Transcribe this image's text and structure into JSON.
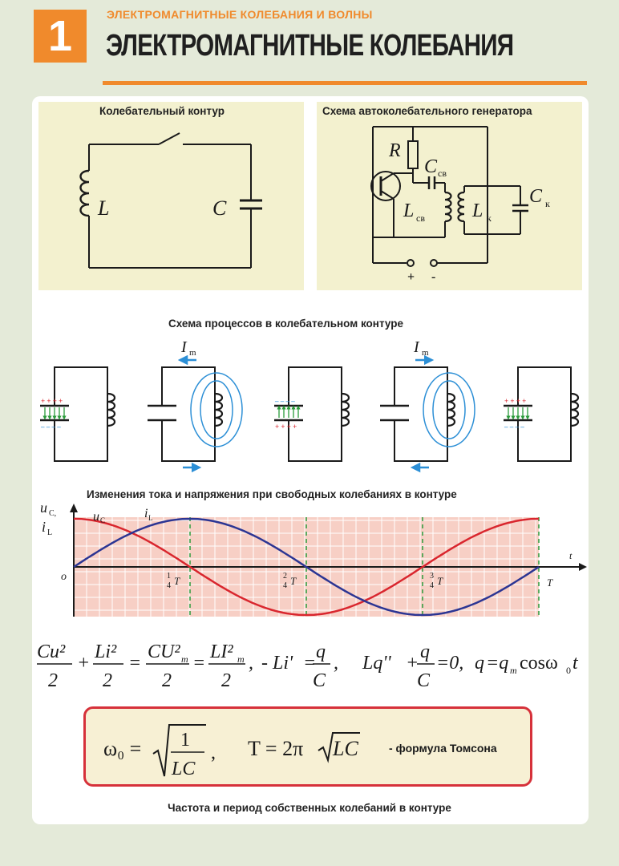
{
  "header": {
    "number": "1",
    "supertitle": "ЭЛЕКТРОМАГНИТНЫЕ КОЛЕБАНИЯ И ВОЛНЫ",
    "title": "ЭЛЕКТРОМАГНИТНЫЕ КОЛЕБАНИЯ"
  },
  "circuit": {
    "title": "Колебательный контур",
    "inductor_label": "L",
    "capacitor_label": "C"
  },
  "generator": {
    "title": "Схема автоколебательного генератора",
    "resistor_label": "R",
    "c_sv_label": "C",
    "c_sv_sub": "св",
    "l_sv_label": "L",
    "l_sv_sub": "св",
    "l_k_label": "L",
    "l_k_sub": "к",
    "c_k_label": "C",
    "c_k_sub": "к",
    "plus": "+",
    "minus": "-"
  },
  "processes": {
    "title": "Схема процессов в колебательном контуре",
    "current_label": "I",
    "current_sub": "m"
  },
  "graph": {
    "title": "Изменения тока и напряжения при свободных колебаниях в контуре",
    "y_label_u": "u",
    "y_label_u_sub": "C,",
    "y_label_i": "i",
    "y_label_i_sub": "L",
    "curve_u_label": "u",
    "curve_u_sub": "C",
    "curve_i_label": "i",
    "curve_i_sub": "L",
    "origin": "o",
    "t_label": "t",
    "tick_1": "T",
    "tick_1_num": "1",
    "tick_1_den": "4",
    "tick_2": "T",
    "tick_2_num": "2",
    "tick_2_den": "4",
    "tick_3": "T",
    "tick_3_num": "3",
    "tick_3_den": "4",
    "tick_4": "T",
    "colors": {
      "voltage": "#d9262e",
      "current": "#2c3593",
      "grid_bg": "#f7cfc5",
      "dashed": "#2a9a3a"
    }
  },
  "chart_data": {
    "type": "line",
    "x": [
      0,
      0.25,
      0.5,
      0.75,
      1
    ],
    "series": [
      {
        "name": "u",
        "values": [
          1,
          0,
          -1,
          0,
          1
        ]
      },
      {
        "name": "i",
        "values": [
          0,
          1,
          0,
          -1,
          0
        ]
      }
    ],
    "xlabel": "t",
    "ylabel": "u, i"
  },
  "equations": {
    "eq1": "Cu²/2 + Li²/2 = CU²m/2 = LI²m/2,  - Li' = q/C,  L q'' + q/C = 0,  q = qm cosω₀t"
  },
  "formula": {
    "omega": "ω₀ =",
    "period": "T = 2π",
    "lc": "LC",
    "one": "1",
    "note": "- формула Томсона"
  },
  "caption": "Частота и период собственных колебаний в контуре"
}
